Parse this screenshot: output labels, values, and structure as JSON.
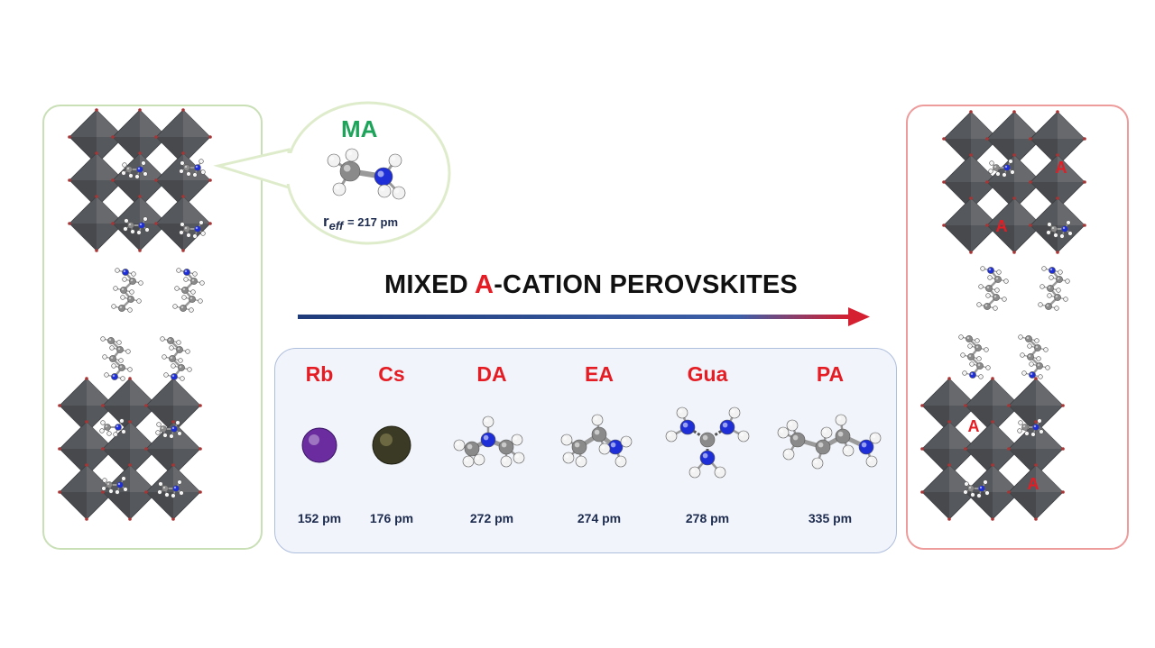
{
  "title": {
    "prefix": "MIXED ",
    "highlight": "A",
    "suffix": "-CATION PEROVSKITES"
  },
  "bubble": {
    "label": "MA",
    "reff_symbol": "r",
    "reff_sub": "eff",
    "reff_value": "= 217 pm"
  },
  "cations": [
    {
      "name": "Rb",
      "size": "152 pm"
    },
    {
      "name": "Cs",
      "size": "176 pm"
    },
    {
      "name": "DA",
      "size": "272 pm"
    },
    {
      "name": "EA",
      "size": "274 pm"
    },
    {
      "name": "Gua",
      "size": "278 pm"
    },
    {
      "name": "PA",
      "size": "335 pm"
    }
  ],
  "site_label": "A",
  "colors": {
    "octahedron": "#55585c",
    "nitrogen": "#1f2fd8",
    "carbon": "#8a8a8a",
    "hydrogen": "#f2f2f2",
    "rb": "#6a2c9e",
    "cs": "#3b3a24",
    "accent_red": "#e51c23",
    "ma_green": "#1ea35a",
    "arrow_start": "#1f3b7a",
    "arrow_end": "#d42030"
  }
}
